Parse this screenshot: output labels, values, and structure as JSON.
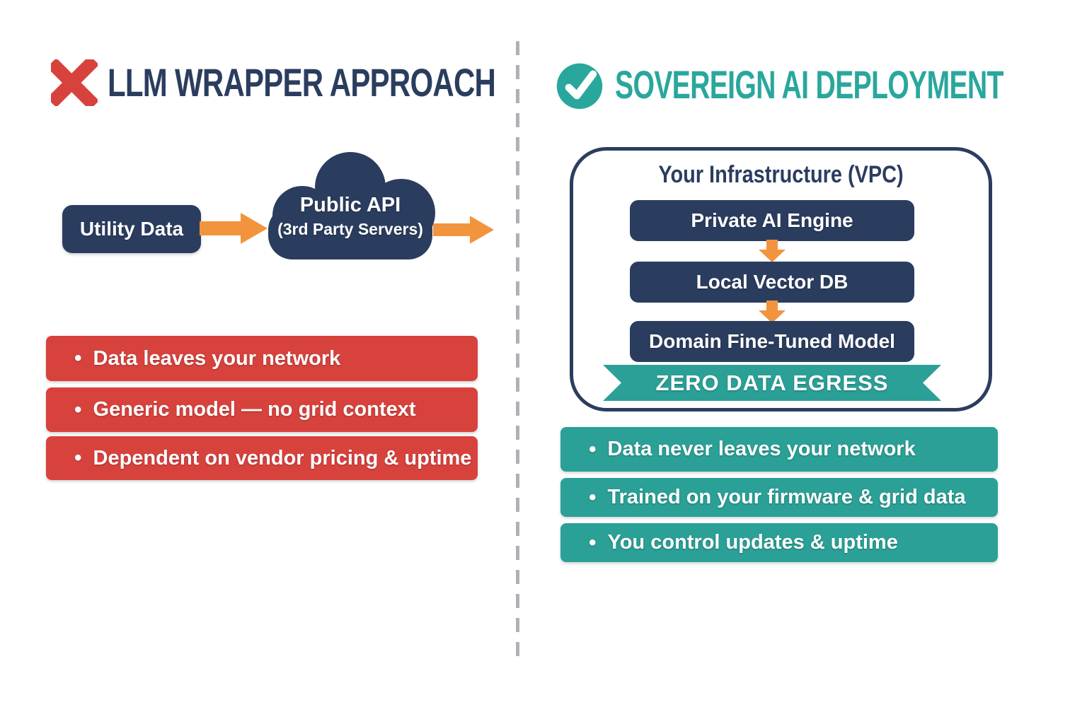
{
  "colors": {
    "navy": "#2b3d5f",
    "red": "#d8423d",
    "teal": "#2aa096",
    "teal_header": "#2aa79d",
    "orange": "#f2943e",
    "divider_gray": "#aeb2b8"
  },
  "bullet_char": "•",
  "left": {
    "title": "LLM WRAPPER APPROACH",
    "icon": "x-mark",
    "flow": {
      "source": "Utility Data",
      "cloud_line1": "Public API",
      "cloud_line2": "(3rd Party Servers)"
    },
    "bullets": [
      "Data leaves your network",
      "Generic model — no grid context",
      "Dependent on vendor pricing & uptime"
    ]
  },
  "right": {
    "title": "SOVEREIGN AI DEPLOYMENT",
    "icon": "check-mark",
    "vpc": {
      "title": "Your Infrastructure (VPC)",
      "stack": [
        "Private AI Engine",
        "Local Vector DB",
        "Domain Fine-Tuned Model"
      ],
      "banner": "ZERO DATA EGRESS"
    },
    "bullets": [
      "Data never leaves your network",
      "Trained on your firmware & grid data",
      "You control updates & uptime"
    ]
  }
}
